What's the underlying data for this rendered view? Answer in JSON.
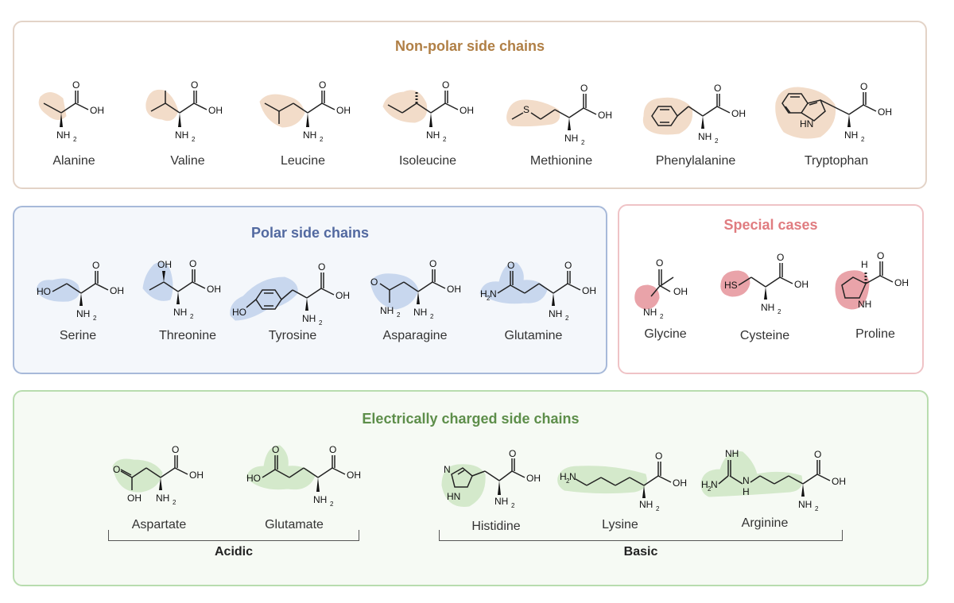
{
  "colors": {
    "nonpolar_title": "#b07f45",
    "polar_title": "#5269a0",
    "special_title": "#e07c80",
    "charged_title": "#5d8e4a",
    "highlight_tan": "#f2dcc9",
    "highlight_blue": "#c8d7ee",
    "highlight_pink": "#e9a3a9",
    "highlight_green": "#d4e9cb"
  },
  "atoms": {
    "o": "O",
    "oh": "OH",
    "nh2": "NH",
    "sub2": "2",
    "h2": "H",
    "n": "N",
    "nh": "NH",
    "hn": "HN",
    "hs": "HS",
    "ho": "HO",
    "s": "S",
    "h": "H"
  },
  "nonpolar": {
    "title": "Non-polar side chains",
    "amino_acids": [
      "Alanine",
      "Valine",
      "Leucine",
      "Isoleucine",
      "Methionine",
      "Phenylalanine",
      "Tryptophan"
    ]
  },
  "polar": {
    "title": "Polar side chains",
    "amino_acids": [
      "Serine",
      "Threonine",
      "Tyrosine",
      "Asparagine",
      "Glutamine"
    ]
  },
  "special": {
    "title": "Special cases",
    "amino_acids": [
      "Glycine",
      "Cysteine",
      "Proline"
    ]
  },
  "charged": {
    "title": "Electrically charged side chains",
    "acidic": {
      "label": "Acidic",
      "amino_acids": [
        "Aspartate",
        "Glutamate"
      ]
    },
    "basic": {
      "label": "Basic",
      "amino_acids": [
        "Histidine",
        "Lysine",
        "Arginine"
      ]
    }
  }
}
